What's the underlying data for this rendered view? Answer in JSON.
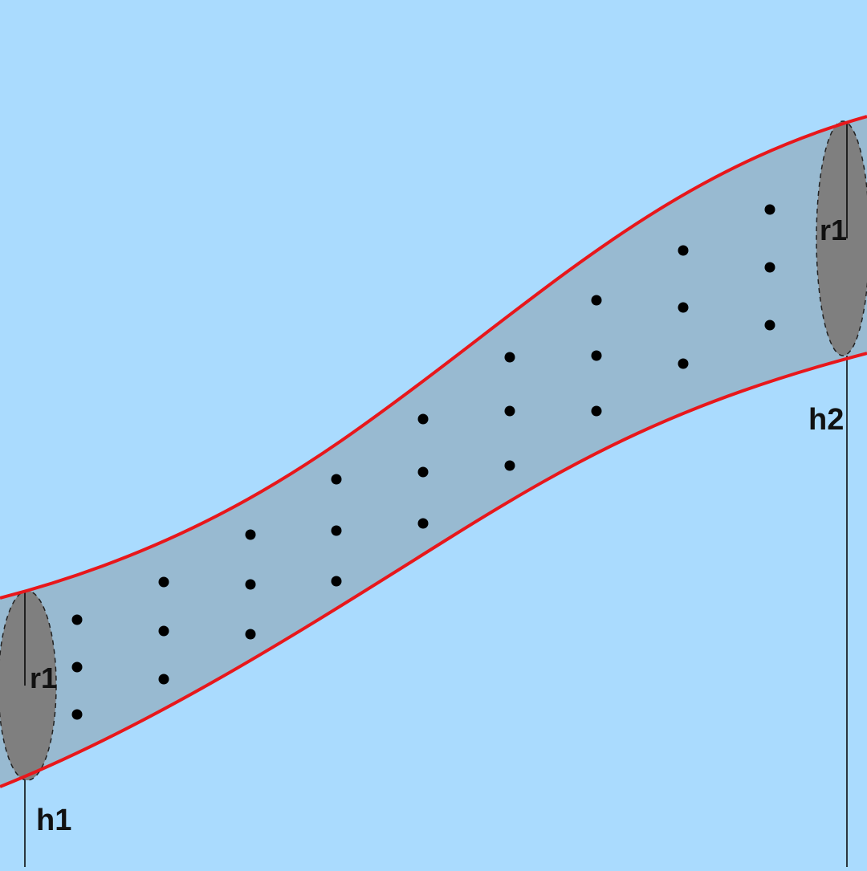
{
  "colors": {
    "background": "#aadbfe",
    "pipe_fill": "#98bad1",
    "pipe_edge": "#e8171b",
    "cross_section": "#7f7f7f",
    "particle": "#000000",
    "reference_line": "#000000"
  },
  "labels": {
    "left_radius": "r1",
    "right_radius": "r1",
    "left_height": "h1",
    "right_height": "h2"
  }
}
